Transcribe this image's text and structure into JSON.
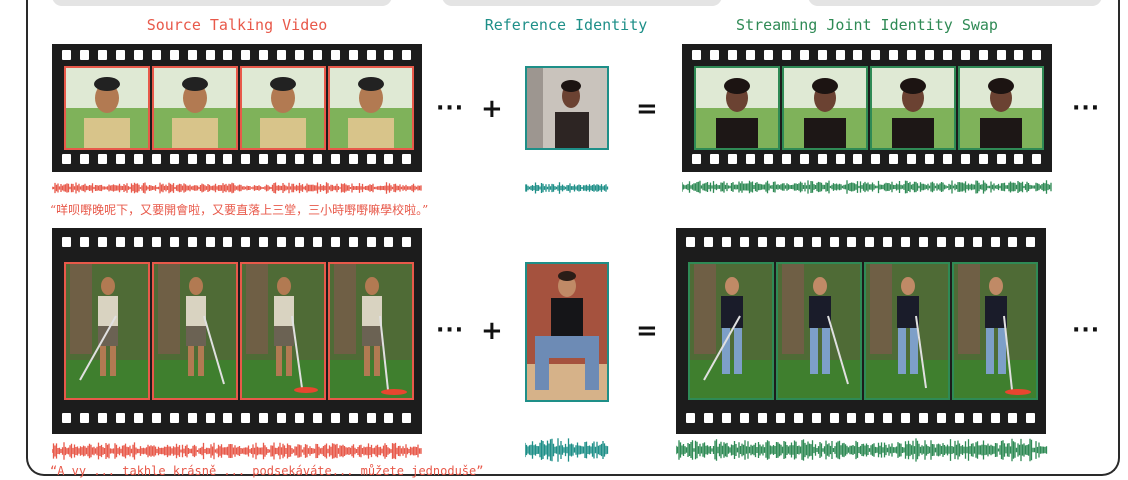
{
  "headers": {
    "source": "Source Talking Video",
    "reference": "Reference Identity",
    "output": "Streaming Joint Identity Swap"
  },
  "operators": {
    "plus": "+",
    "equals": "=",
    "ellipsis": "···"
  },
  "rows": [
    {
      "transcript": "“咩呗嘢晚呢下，又要開會啦，又要直落上三堂，三小時嘢嘢嘛學校啦。”"
    },
    {
      "transcript": "“A vy ... takhle krásně ... podsekáváte... můžete jednoduše”"
    }
  ],
  "colors": {
    "source": "#e8594a",
    "reference": "#1e8f88",
    "output": "#2f8a55",
    "film": "#1c1c1c"
  }
}
